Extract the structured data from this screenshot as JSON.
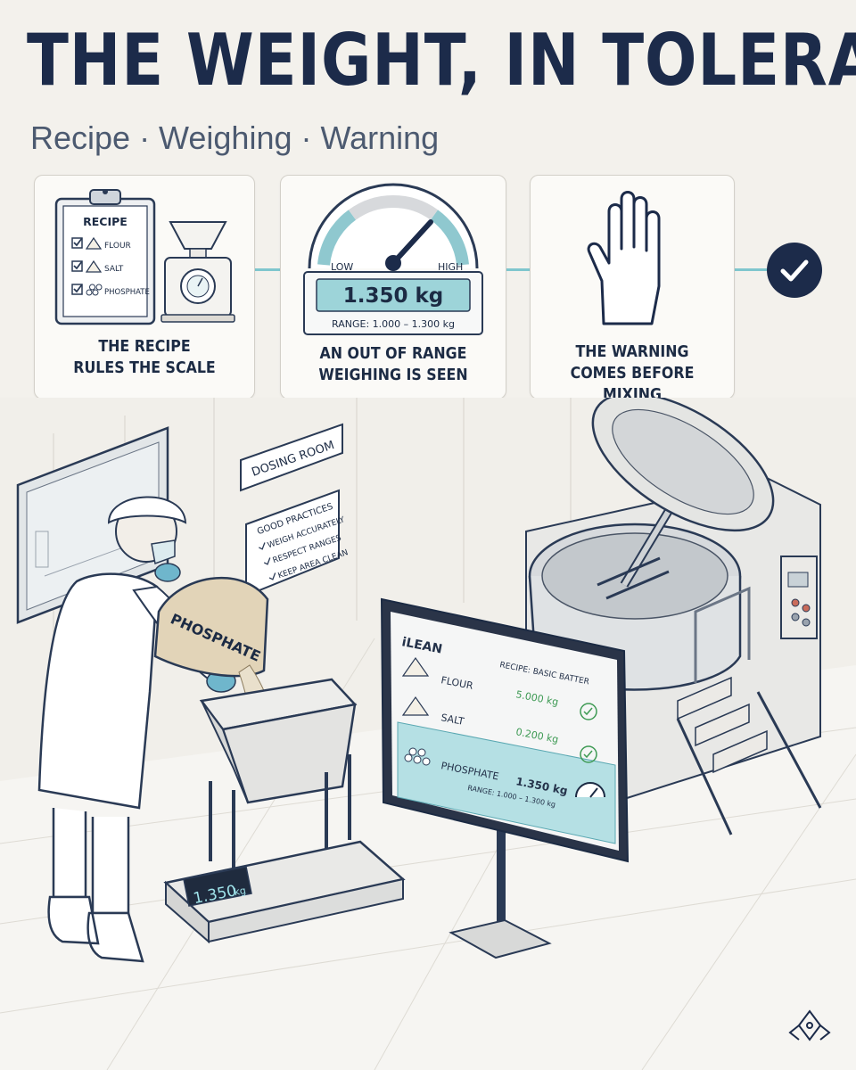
{
  "header": {
    "title": "THE WEIGHT, IN TOLERANCE",
    "subtitle": "Recipe · Weighing · Warning"
  },
  "cards": [
    {
      "caption_lines": [
        "THE RECIPE",
        "RULES THE SCALE"
      ],
      "clipboard_title": "RECIPE",
      "items": [
        "FLOUR",
        "SALT",
        "PHOSPHATE"
      ]
    },
    {
      "caption_lines": [
        "AN OUT OF RANGE",
        "WEIGHING IS SEEN"
      ],
      "gauge_low": "LOW",
      "gauge_high": "HIGH",
      "reading": "1.350 kg",
      "range": "RANGE:  1.000 – 1.300 kg"
    },
    {
      "caption_lines": [
        "THE WARNING",
        "COMES BEFORE MIXING"
      ]
    }
  ],
  "scene": {
    "room_sign": "DOSING ROOM",
    "practices_title": "GOOD PRACTICES",
    "practices": [
      "WEIGH ACCURATELY",
      "RESPECT RANGES",
      "KEEP AREA CLEAN"
    ],
    "bag_label": "PHOSPHATE",
    "scale_readout": "1.350",
    "scale_unit": "kg",
    "screen": {
      "brand": "iLEAN",
      "recipe": "RECIPE: BASIC BATTER",
      "rows": [
        {
          "name": "FLOUR",
          "value": "5.000 kg"
        },
        {
          "name": "SALT",
          "value": "0.200 kg"
        },
        {
          "name": "PHOSPHATE",
          "value": "1.350 kg",
          "range": "RANGE: 1.000 – 1.300 kg"
        }
      ]
    }
  },
  "colors": {
    "navy": "#1c2b4a",
    "teal": "#7fc6ce",
    "success_green": "#3e9a54",
    "highlight_teal": "#b5e0e4"
  }
}
